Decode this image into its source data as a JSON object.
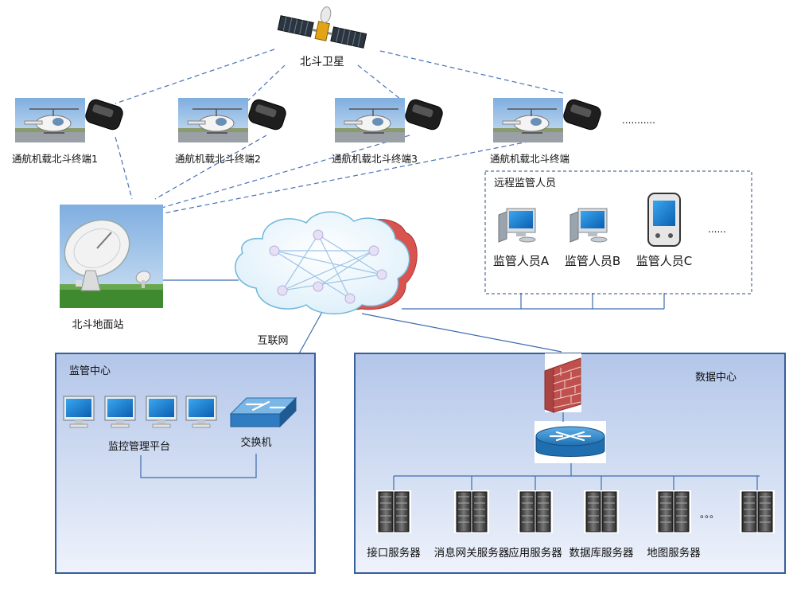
{
  "satellite": {
    "label": "北斗卫星",
    "icon": "satellite-icon"
  },
  "terminals": [
    {
      "label": "通航机载北斗终端1",
      "icon": "helicopter-terminal-icon"
    },
    {
      "label": "通航机载北斗终端2",
      "icon": "helicopter-terminal-icon"
    },
    {
      "label": "通航机载北斗终端3",
      "icon": "helicopter-terminal-icon"
    },
    {
      "label": "通航机载北斗终端",
      "icon": "helicopter-terminal-icon"
    }
  ],
  "terminals_more": "...........",
  "ground_station": {
    "label": "北斗地面站",
    "icon": "dish-antenna-icon"
  },
  "internet": {
    "label": "互联网",
    "icon": "cloud-network-icon"
  },
  "remote": {
    "title": "远程监管人员",
    "persons": [
      {
        "label": "监管人员A",
        "icon": "desktop-pc-icon"
      },
      {
        "label": "监管人员B",
        "icon": "desktop-pc-icon"
      },
      {
        "label": "监管人员C",
        "icon": "mobile-phone-icon"
      }
    ],
    "more": "......"
  },
  "monitor_center": {
    "title": "监管中心",
    "platform_label": "监控管理平台",
    "switch_label": "交换机",
    "monitor_icon": "monitor-icon",
    "switch_icon": "switch-icon"
  },
  "data_center": {
    "title": "数据中心",
    "firewall_icon": "firewall-icon",
    "router_icon": "router-icon",
    "server_icon": "server-icon",
    "servers": [
      {
        "label": "接口服务器"
      },
      {
        "label": "消息网关服务器"
      },
      {
        "label": "应用服务器"
      },
      {
        "label": "数据库服务器"
      },
      {
        "label": "地图服务器"
      }
    ],
    "more": "。。。"
  },
  "colors": {
    "dashed_line": "#4a72b8",
    "solid_line": "#3f6bb0",
    "panel_border": "#3a5f9a",
    "panel_top": "#c5d3ee",
    "panel_bottom": "#eef2fb"
  }
}
